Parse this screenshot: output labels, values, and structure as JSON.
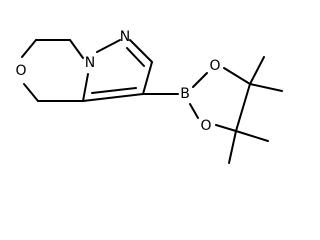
{
  "molecule": {
    "atom_labels": {
      "pyrazole_n2": "N",
      "pyrazole_n1": "N",
      "oxazine_o": "O",
      "boron": "B",
      "ester_o_upper": "O",
      "ester_o_lower": "O"
    }
  },
  "colors": {
    "bond": "#000000",
    "label": "#000000",
    "background": "#ffffff"
  }
}
